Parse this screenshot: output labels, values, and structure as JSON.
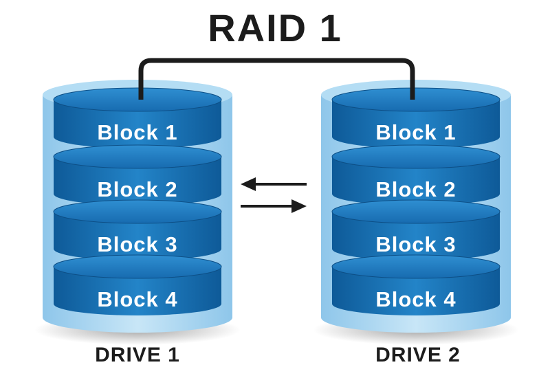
{
  "title": "RAID 1",
  "drives": [
    {
      "label": "DRIVE 1",
      "blocks": [
        "Block 1",
        "Block 2",
        "Block 3",
        "Block 4"
      ]
    },
    {
      "label": "DRIVE 2",
      "blocks": [
        "Block 1",
        "Block 2",
        "Block 3",
        "Block 4"
      ]
    }
  ],
  "colors": {
    "block_fill": "#1a72b8",
    "block_top": "#2586cc",
    "casing": "#9fd0ee",
    "arrow": "#1c1c1c",
    "connector": "#1c1c1c"
  }
}
